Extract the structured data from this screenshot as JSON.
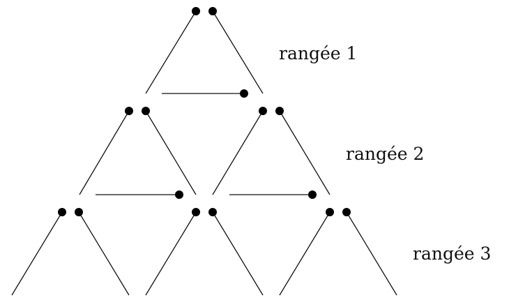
{
  "rows": [
    {
      "label": "rangée 1"
    },
    {
      "label": "rangée 2"
    },
    {
      "label": "rangée 3"
    }
  ],
  "colors": {
    "line": "#111111",
    "dot": "#000000",
    "background": "#ffffff"
  }
}
